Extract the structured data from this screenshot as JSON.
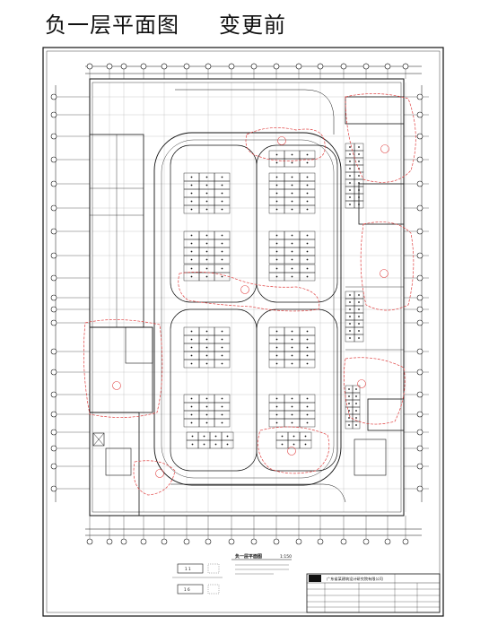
{
  "title": "负一层平面图",
  "subtitle": "变更前",
  "drawing": {
    "plan_caption": "负一层平面图",
    "plan_scale": "1:150",
    "revision_marks": [
      "①",
      "②",
      "③",
      "④",
      "⑤",
      "⑥",
      "⑦"
    ],
    "legend": [
      "1 1",
      "1 6"
    ],
    "title_block_company": "广东省某建筑设计研究院有限公司"
  },
  "colors": {
    "line": "#111111",
    "cloud": "#e04040",
    "paper": "#ffffff"
  }
}
